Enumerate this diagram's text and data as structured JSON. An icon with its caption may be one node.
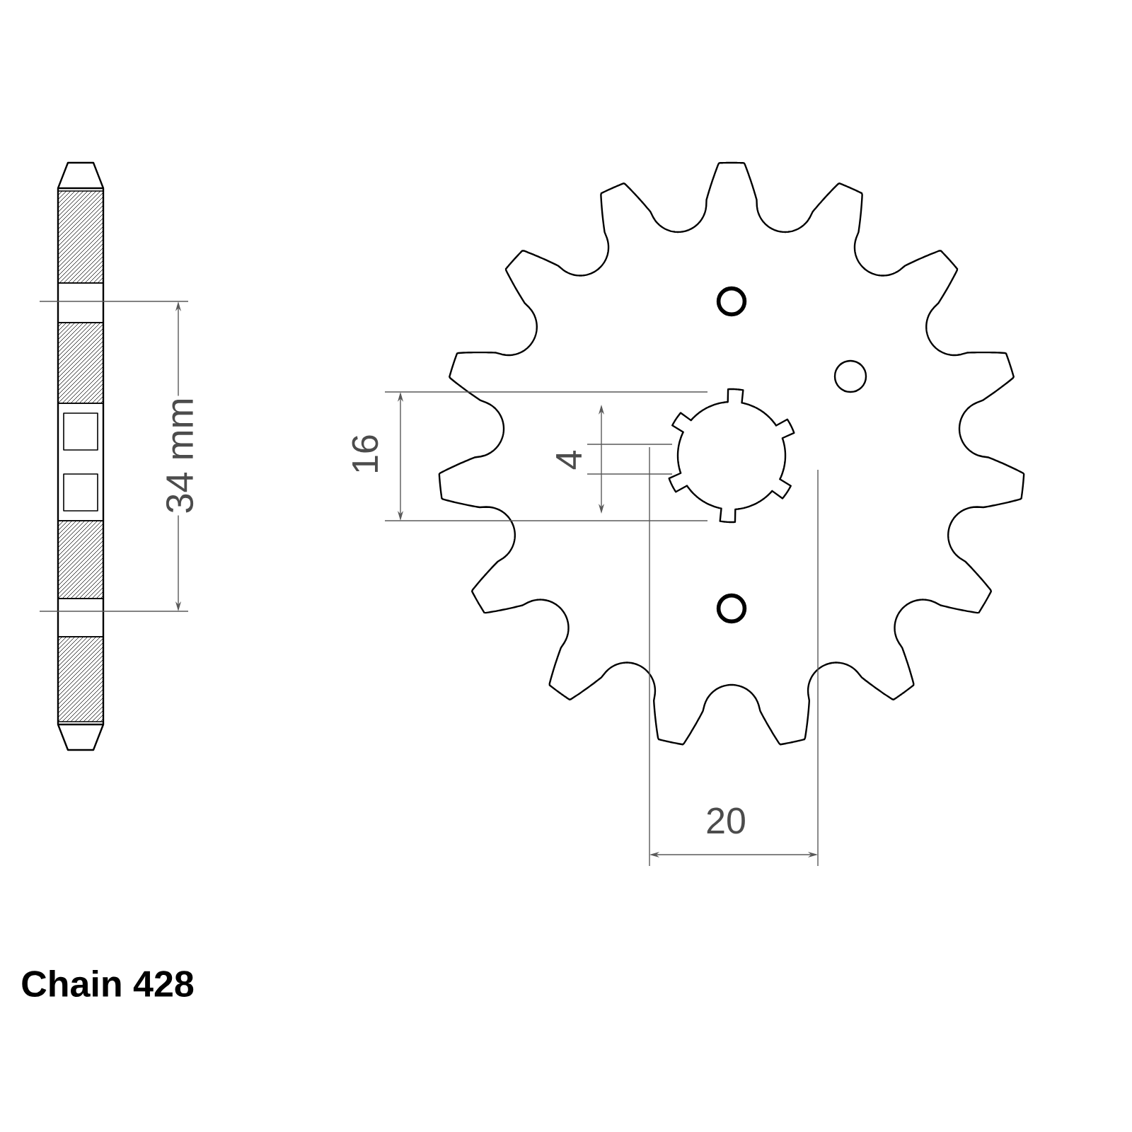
{
  "diagram": {
    "labels": [
      "34 mm",
      "16",
      "4",
      "20",
      "Chain 428"
    ]
  }
}
